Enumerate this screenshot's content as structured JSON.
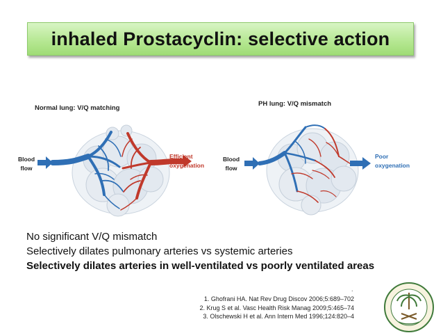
{
  "title": "inhaled Prostacyclin: selective action",
  "left_panel": {
    "caption": "Normal lung: V/Q matching",
    "input_label": "Blood\nflow",
    "output_label": "Efficient\noxygenation"
  },
  "right_panel": {
    "caption": "PH lung: V/Q mismatch",
    "input_label": "Blood\nflow",
    "output_label": "Poor\noxygenation"
  },
  "bullets": [
    {
      "text": "No significant  V/Q mismatch",
      "bold": false
    },
    {
      "text": "Selectively dilates pulmonary arteries vs systemic arteries",
      "bold": false
    },
    {
      "text": "Selectively dilates arteries in well-ventilated vs poorly ventilated areas",
      "bold": true
    }
  ],
  "reference_marker": ".",
  "references": [
    "1. Ghofrani HA. Nat Rev Drug Discov 2006;5:689–702",
    "2. Krug S et al. Vasc Health Risk Manag 2009;5:465–74",
    "3. Olschewski H et al. Ann Intern Med 1996;124:820–4"
  ],
  "colors": {
    "title_fill": "#b7e894",
    "artery_blue": "#2f6fb5",
    "vein_red": "#c0392b",
    "alveoli": "#dfe6ee"
  },
  "icons": [
    "blood-flow-arrow-icon",
    "oxygenation-arrow-icon",
    "institution-seal-icon"
  ]
}
